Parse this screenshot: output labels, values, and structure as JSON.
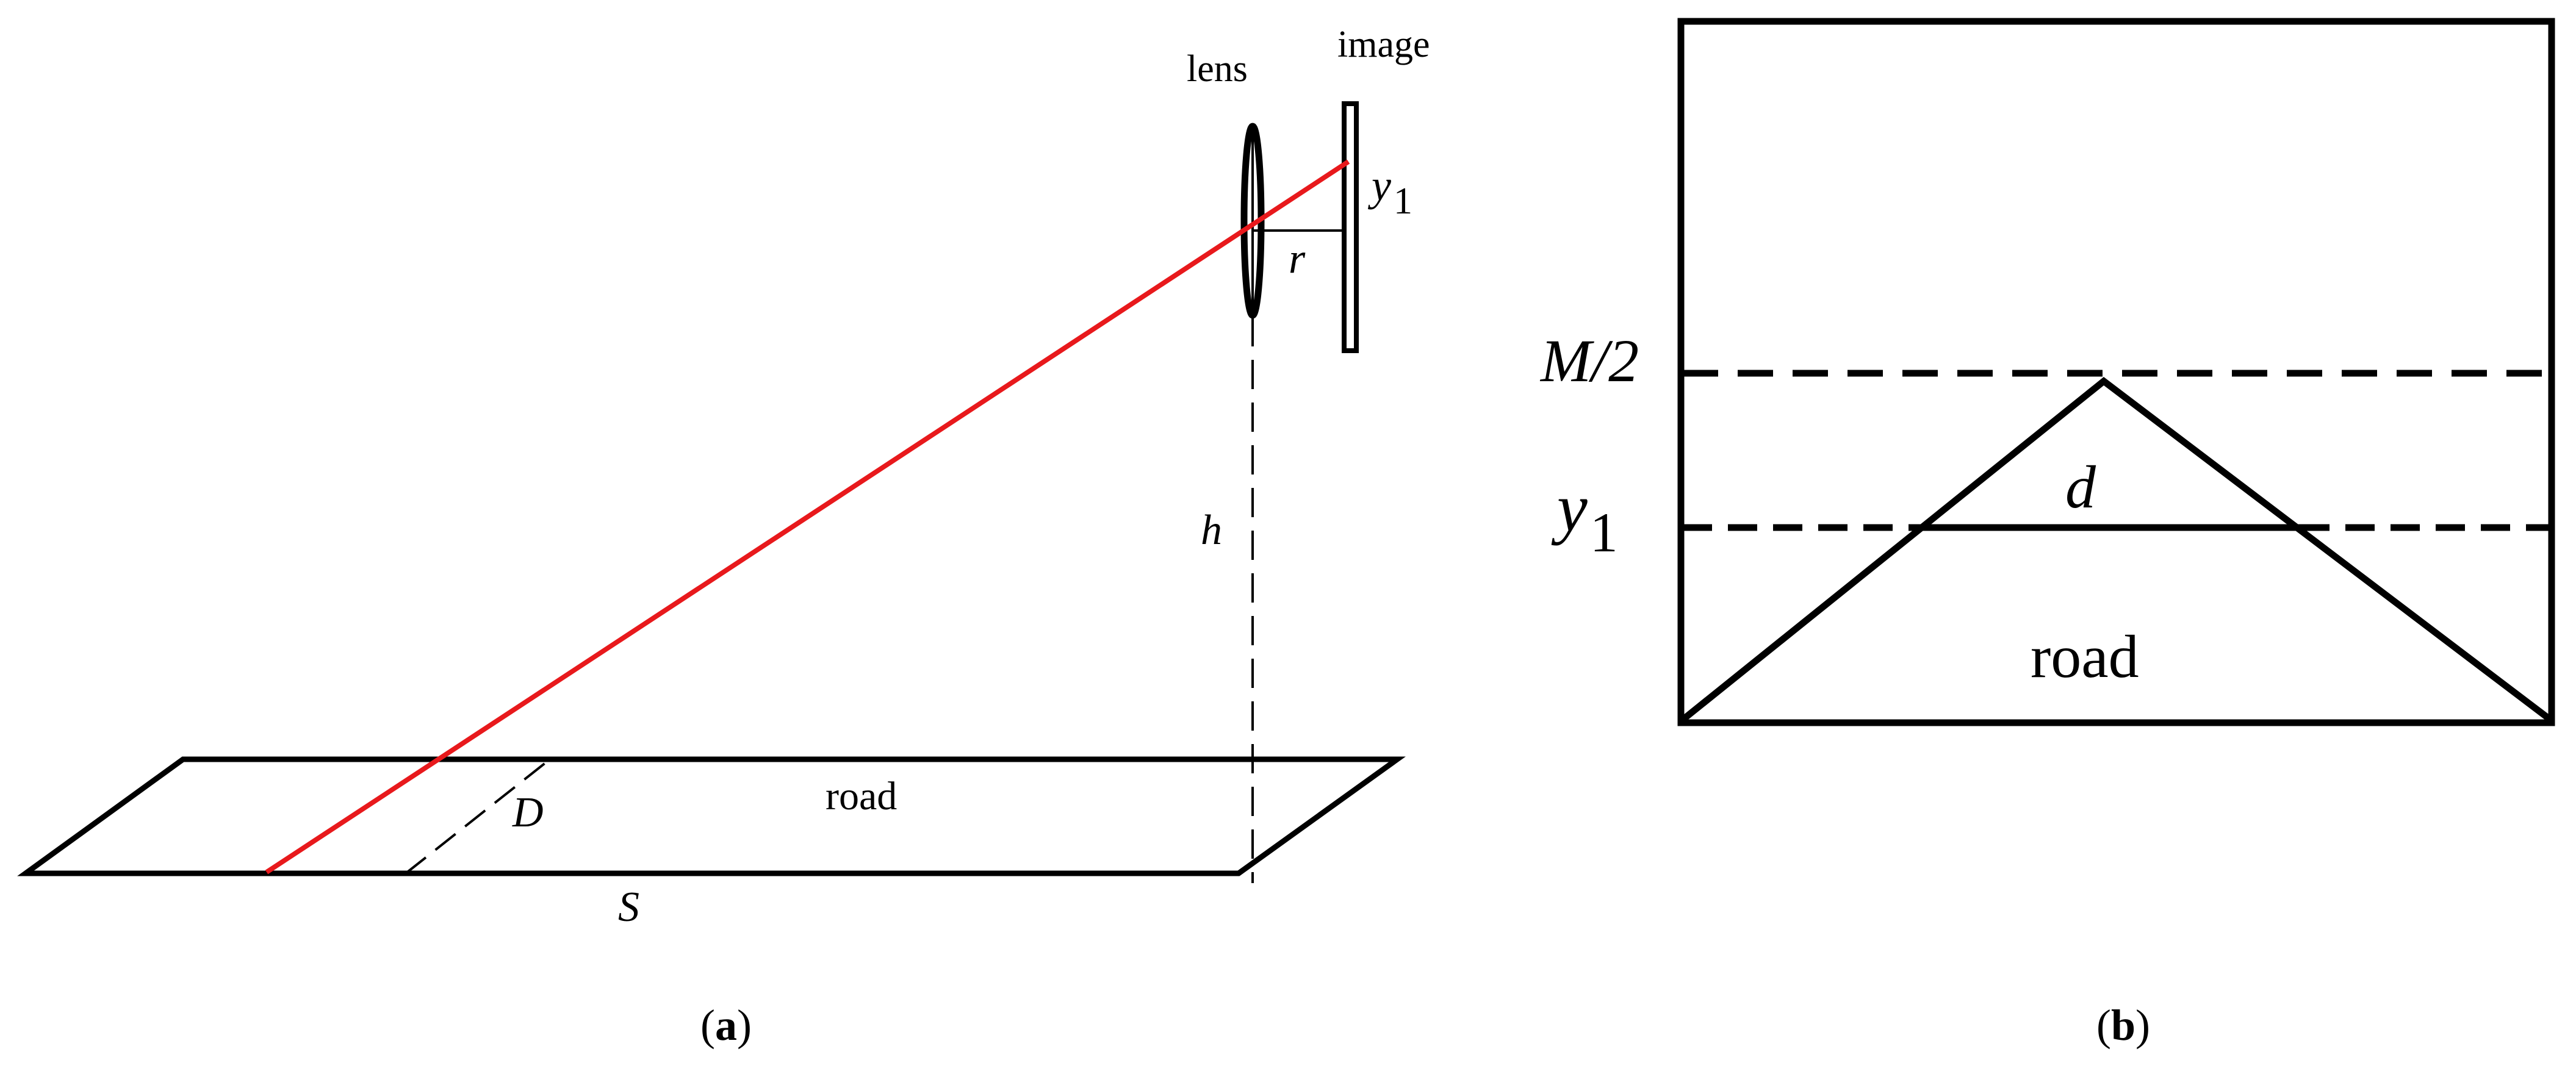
{
  "panel_a": {
    "caption_open": "(",
    "caption_letter": "a",
    "caption_close": ")",
    "lens_label": "lens",
    "image_label": "image",
    "y1_var": "y",
    "y1_sub": "1",
    "r_label": "r",
    "h_label": "h",
    "D_label": "D",
    "S_label": "S",
    "road_label": "road",
    "ray_color": "#e8191c"
  },
  "panel_b": {
    "caption_open": "(",
    "caption_letter": "b",
    "caption_close": ")",
    "M2_label": "M/2",
    "y1_var": "y",
    "y1_sub": "1",
    "d_label": "d",
    "road_label": "road"
  }
}
